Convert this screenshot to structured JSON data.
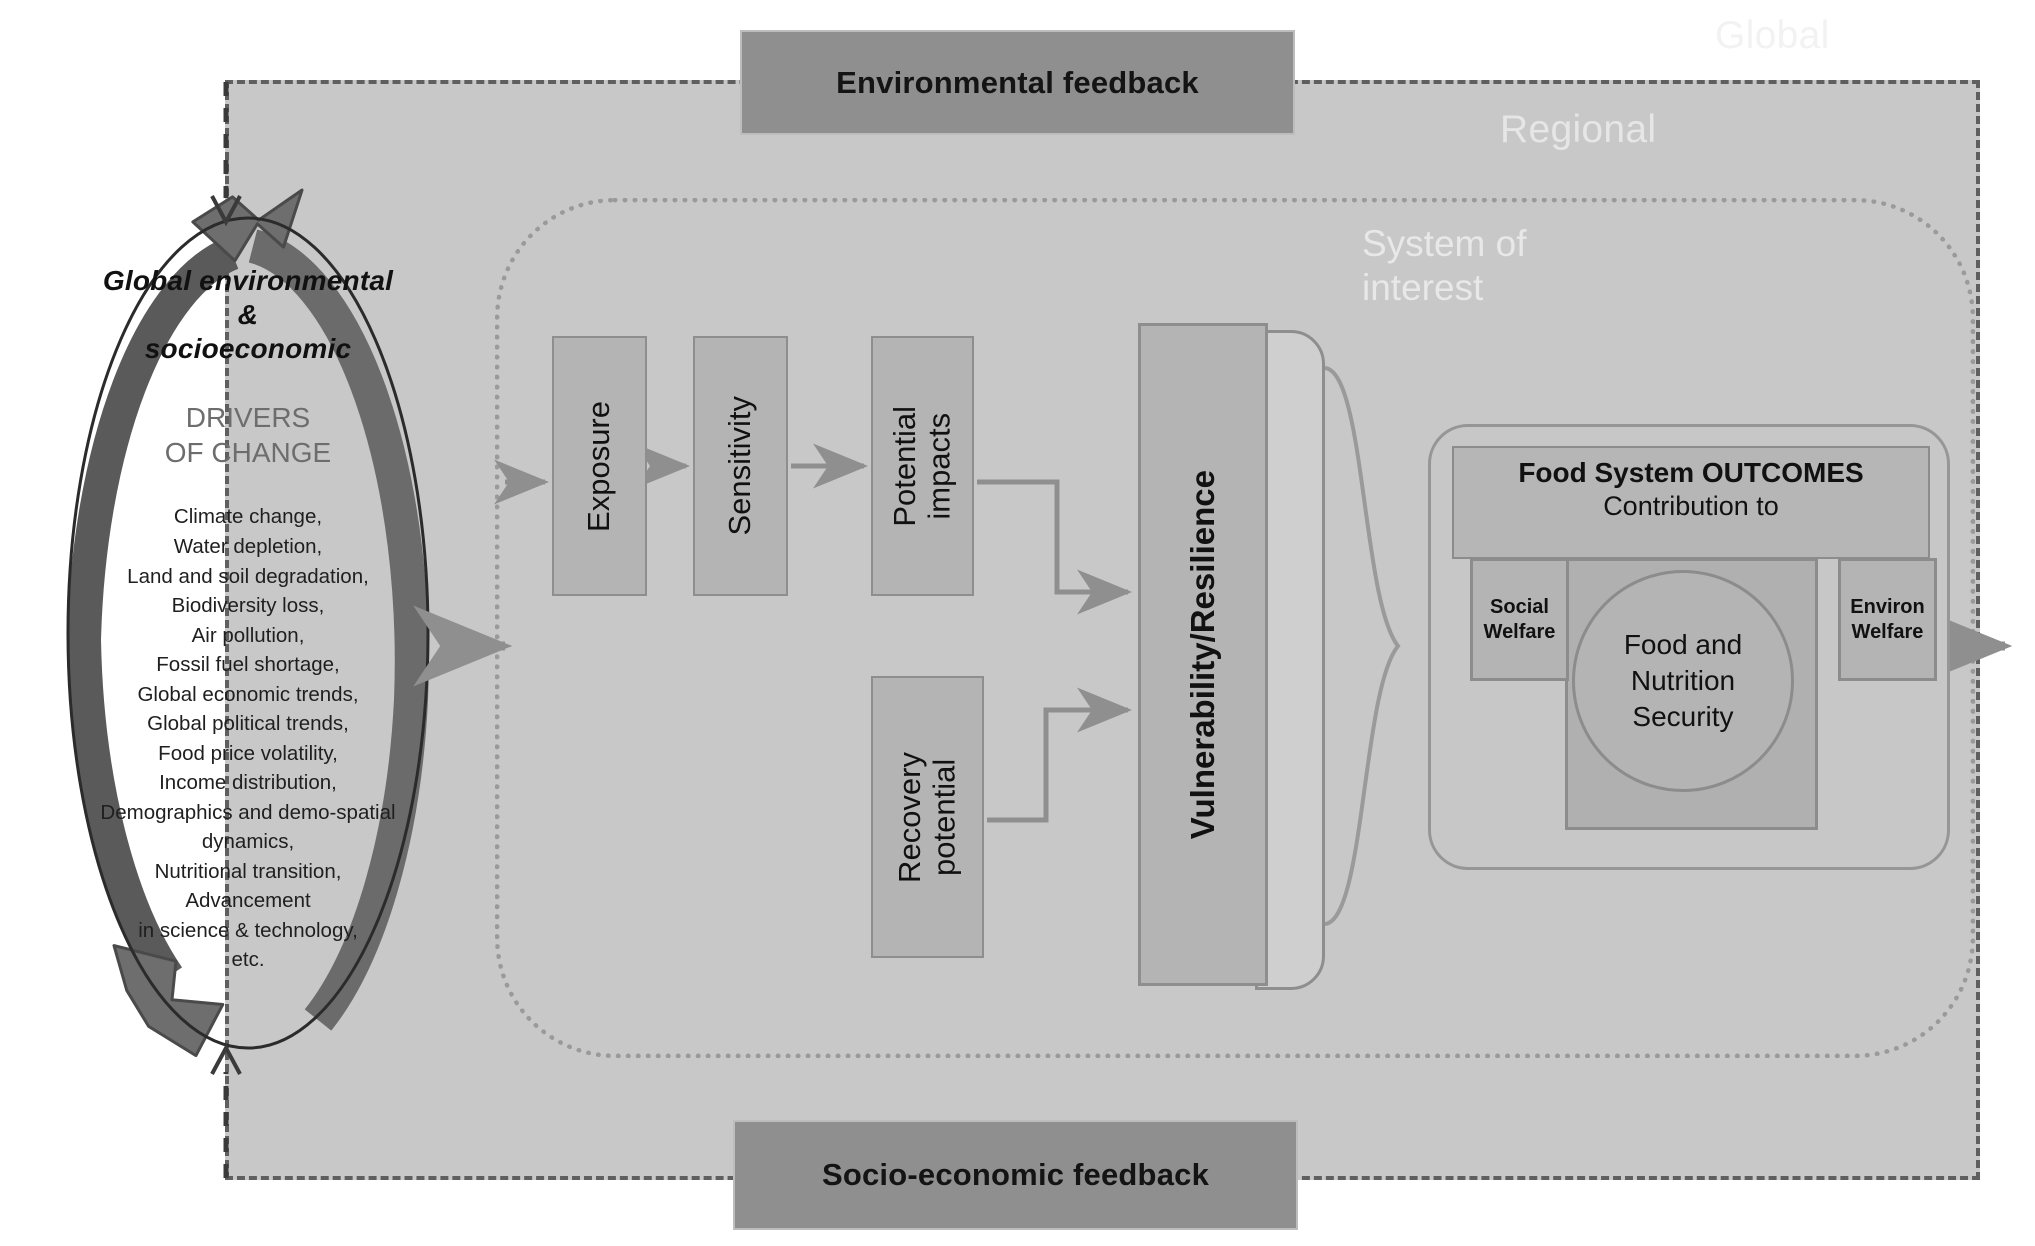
{
  "frames": {
    "global_label": "Global",
    "regional_label": "Regional",
    "system_of_interest_label_line1": "System of",
    "system_of_interest_label_line2": "interest"
  },
  "feedback": {
    "environmental": "Environmental feedback",
    "socioeconomic": "Socio-economic feedback"
  },
  "drivers_oval": {
    "title_line1": "Global  environmental  &",
    "title_line2": "socioeconomic",
    "subtitle_line1": "DRIVERS",
    "subtitle_line2": "OF CHANGE",
    "items": [
      "Climate change,",
      "Water depletion,",
      "Land and soil degradation,",
      "Biodiversity  loss,",
      "Air pollution,",
      "Fossil fuel shortage,",
      "Global economic  trends,",
      "Global political  trends,",
      "Food price volatility,",
      "Income distribution,",
      "Demographics and demo-spatial",
      "dynamics,",
      "Nutritional  transition,",
      "Advancement",
      "in science & technology,",
      "etc."
    ]
  },
  "process": {
    "exposure": "Exposure",
    "sensitivity": "Sensitivity",
    "potential_impacts_line1": "Potential",
    "potential_impacts_line2": "impacts",
    "recovery_line1": "Recovery",
    "recovery_line2": "potential",
    "vulnerability": "Vulnerability/Resilience"
  },
  "outcomes": {
    "header_title": "Food System OUTCOMES",
    "header_sub": "Contribution to",
    "center_line1": "Food and",
    "center_line2": "Nutrition",
    "center_line3": "Security",
    "social_line1": "Social",
    "social_line2": "Welfare",
    "environ_line1": "Environ",
    "environ_line2": "Welfare"
  },
  "colors": {
    "regional_fill": "#c8c8c8",
    "box_fill": "#b4b4b4",
    "feedback_fill": "#8f8f8f",
    "ring_dark": "#5a5a5a",
    "ring_mid": "#6e6e6e",
    "arrow_gray": "#8a8a8a",
    "dash_border": "#5f5f5f",
    "dot_border": "#9a9a9a"
  }
}
